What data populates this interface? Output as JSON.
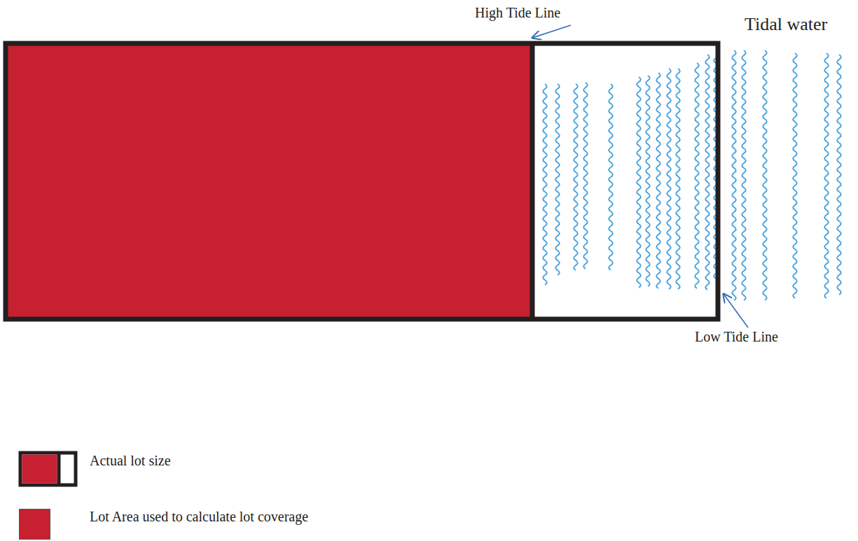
{
  "diagram": {
    "labels": [
      "High Tide Line",
      "Tidal water",
      "Low Tide Line"
    ],
    "legend": [
      {
        "text": "Actual lot size"
      },
      {
        "text": "Lot Area used to calculate lot coverage",
        "color": "#c62031"
      }
    ]
  }
}
